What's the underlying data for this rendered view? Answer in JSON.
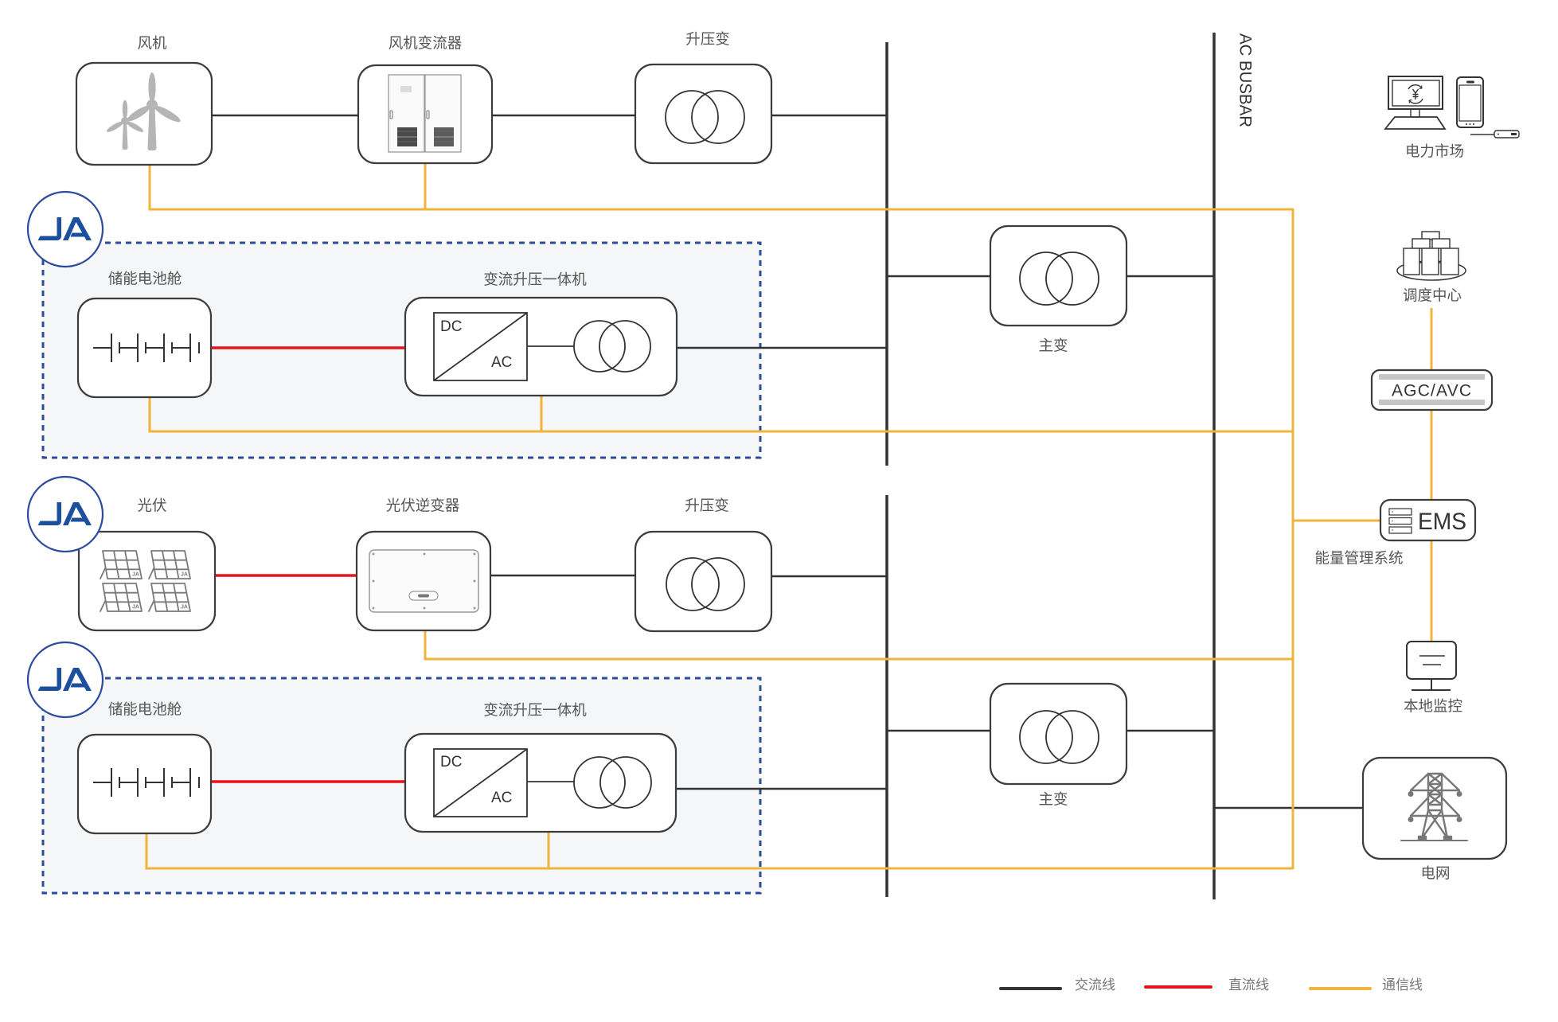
{
  "brand": {
    "name": "JA",
    "icon": "ja-logo-icon"
  },
  "busbar": {
    "label": "AC BUSBAR"
  },
  "wind": {
    "turbine": {
      "label": "风机",
      "icon": "wind-turbine-icon"
    },
    "converter": {
      "label": "风机变流器",
      "icon": "converter-cabinet-icon"
    },
    "step_up": {
      "label": "升压变",
      "icon": "transformer-icon"
    }
  },
  "storage_1": {
    "battery": {
      "label": "储能电池舱",
      "icon": "battery-icon"
    },
    "pcs": {
      "label": "变流升压一体机",
      "dc_text": "DC",
      "ac_text": "AC",
      "icon": "dc-ac-converter-icon"
    },
    "main_transformer": {
      "label": "主变",
      "icon": "transformer-icon"
    }
  },
  "pv": {
    "array": {
      "label": "光伏",
      "panel_mark": "JA",
      "icon": "solar-panel-icon"
    },
    "inverter": {
      "label": "光伏逆变器",
      "icon": "inverter-icon"
    },
    "step_up": {
      "label": "升压变",
      "icon": "transformer-icon"
    }
  },
  "storage_2": {
    "battery": {
      "label": "储能电池舱",
      "icon": "battery-icon"
    },
    "pcs": {
      "label": "变流升压一体机",
      "dc_text": "DC",
      "ac_text": "AC",
      "icon": "dc-ac-converter-icon"
    },
    "main_transformer": {
      "label": "主变",
      "icon": "transformer-icon"
    }
  },
  "control": {
    "power_market": {
      "label": "电力市场",
      "icon": "computer-phone-icon"
    },
    "dispatch_center": {
      "label": "调度中心",
      "icon": "server-cluster-icon"
    },
    "agc_avc": {
      "label": "AGC/AVC"
    },
    "ems": {
      "label": "EMS",
      "caption": "能量管理系统",
      "icon": "server-rack-icon"
    },
    "local_monitoring": {
      "label": "本地监控",
      "icon": "monitor-icon"
    },
    "grid": {
      "label": "电网",
      "icon": "transmission-tower-icon"
    }
  },
  "legend": {
    "items": [
      {
        "label": "交流线",
        "color": "#333333"
      },
      {
        "label": "直流线",
        "color": "#e8131b"
      },
      {
        "label": "通信线",
        "color": "#f0b43c"
      }
    ]
  },
  "colors": {
    "ac_line": "#333333",
    "dc_line": "#e8131b",
    "comm_line": "#f0b43c",
    "group_border": "#2b4c9d",
    "group_fill": "#f4f6f7",
    "brand_blue": "#1d4f9f"
  }
}
